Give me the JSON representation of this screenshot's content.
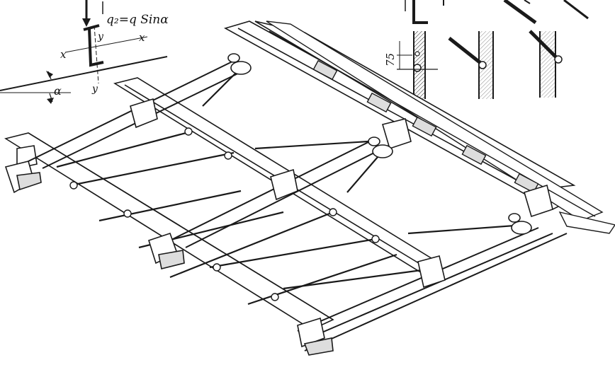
{
  "colors": {
    "ink": "#1a1a1a",
    "paper": "#ffffff",
    "shade": "#8a8a8a"
  },
  "formula": {
    "text": "q₂=q Sinα"
  },
  "axes": {
    "x_left": "x",
    "x_right": "x",
    "y_top": "y",
    "y_bottom": "y"
  },
  "angle": {
    "symbol": "α"
  },
  "detail": {
    "dimension": "75"
  }
}
